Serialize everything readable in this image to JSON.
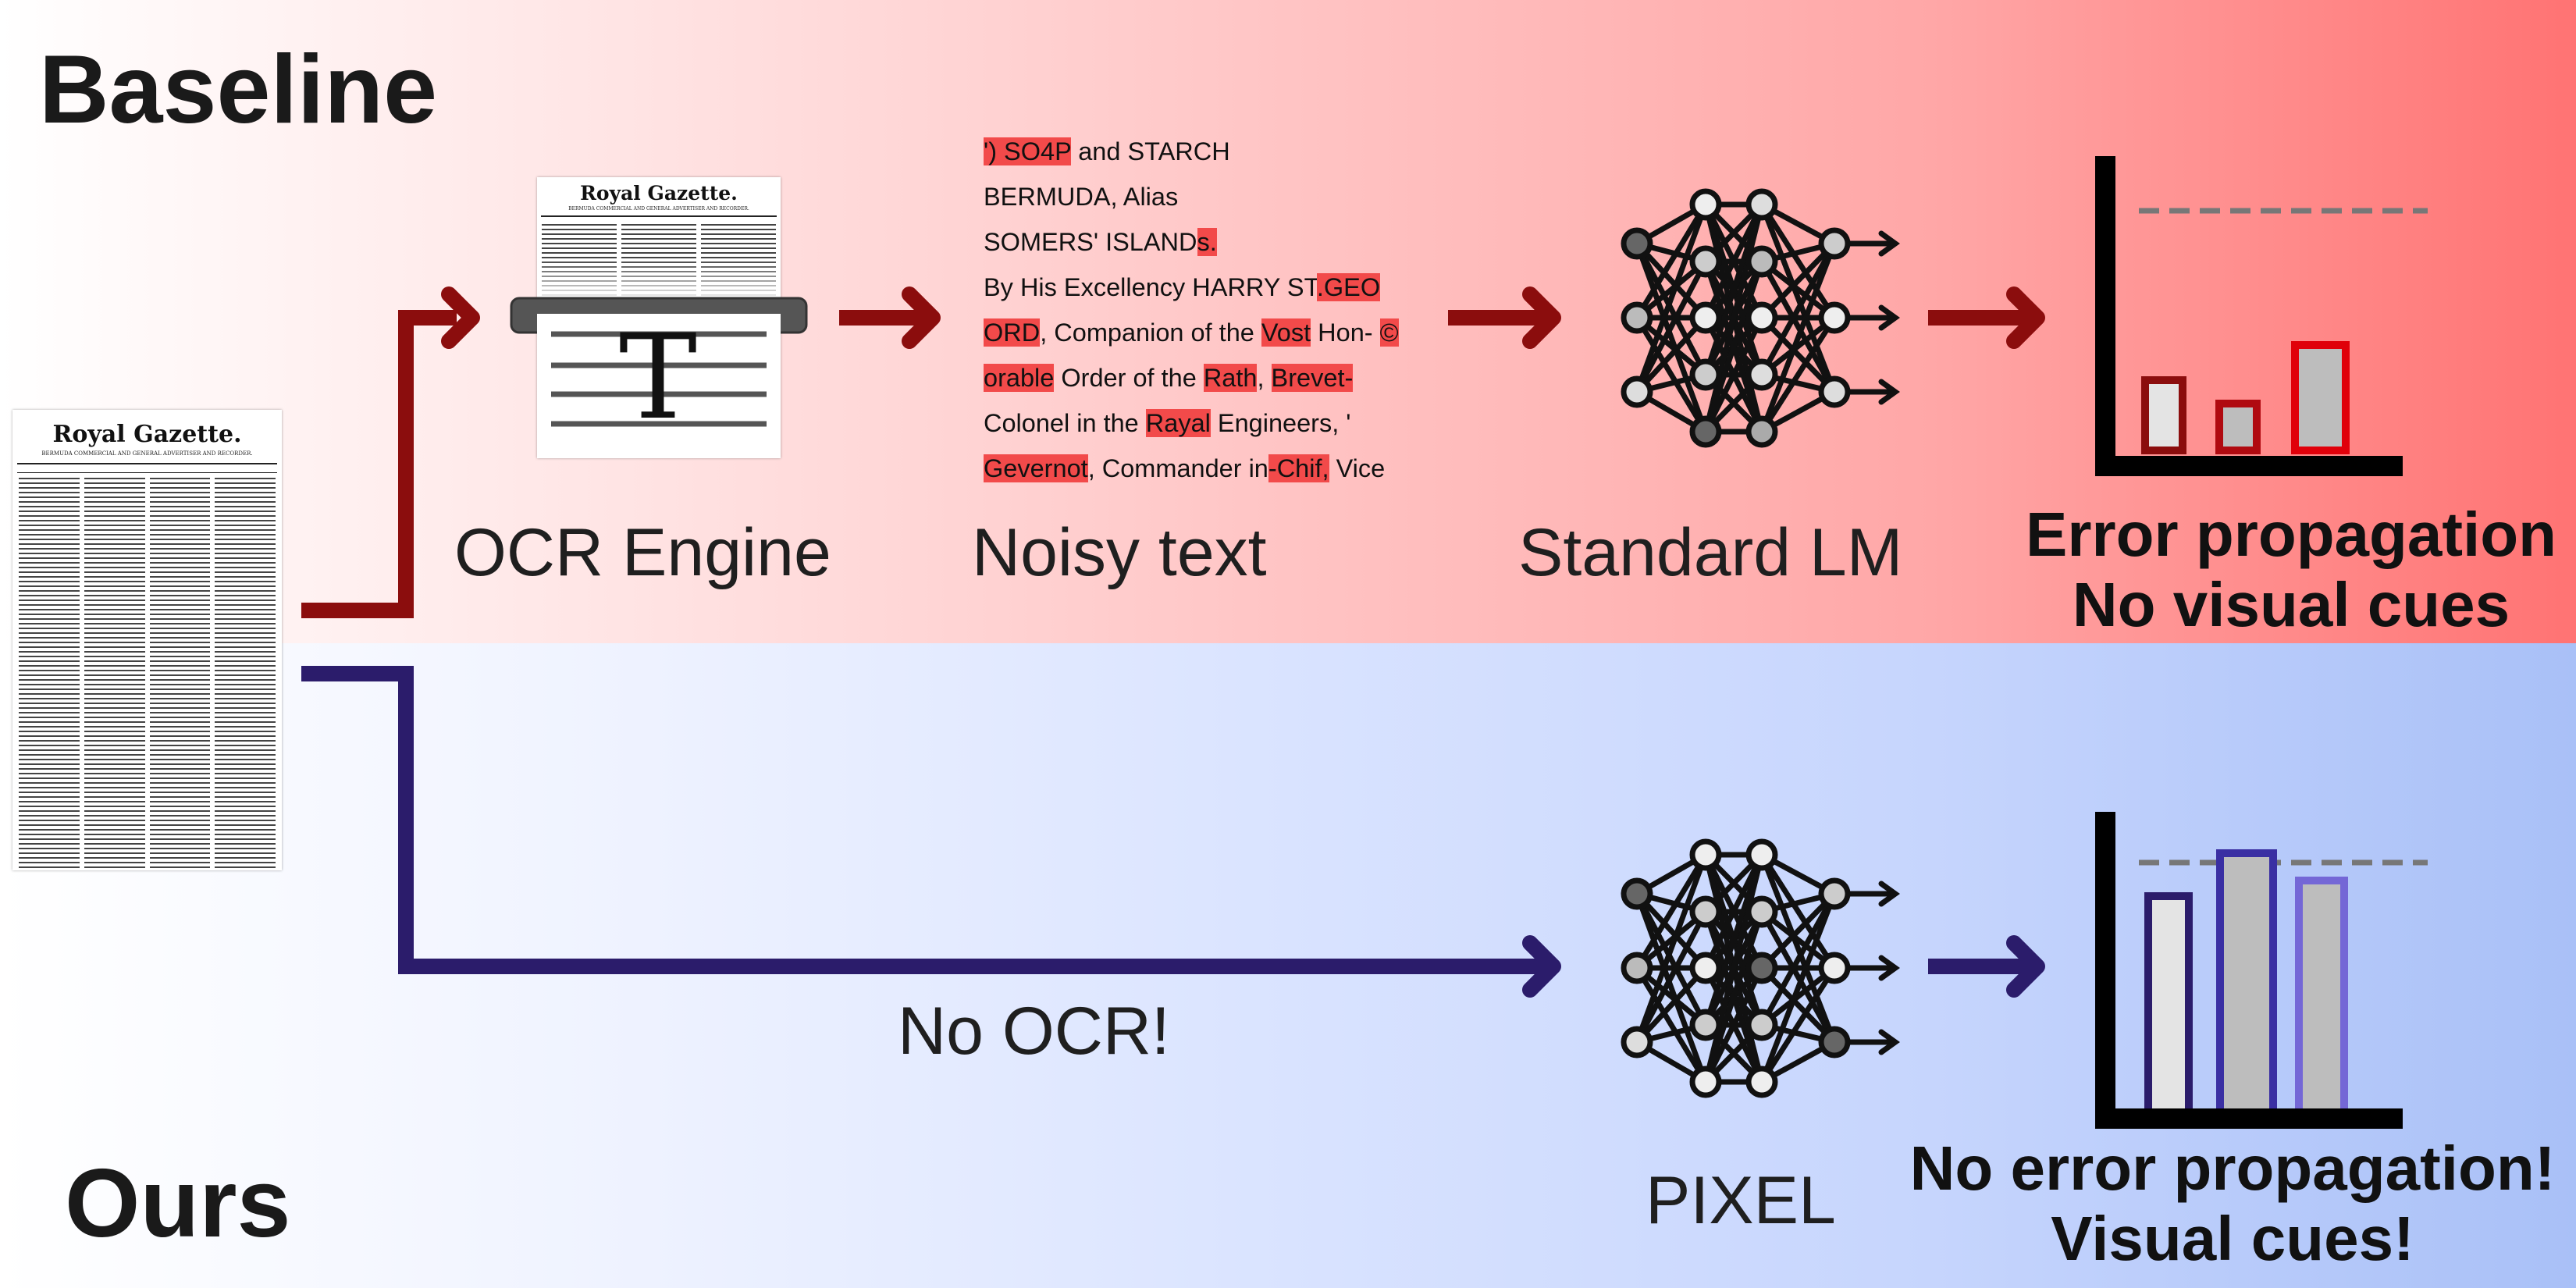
{
  "baseline": {
    "title": "Baseline",
    "ocr_label": "OCR Engine",
    "noisy_label": "Noisy text",
    "model_label": "Standard LM",
    "verdict": [
      "Error propagation",
      "No visual cues"
    ],
    "noisy_text_lines": [
      [
        {
          "t": "') SO4P",
          "e": true
        },
        {
          "t": " and STARCH",
          "e": false
        }
      ],
      [
        {
          "t": "BERMUDA, Alias",
          "e": false
        }
      ],
      [
        {
          "t": "SOMERS' ISLAND",
          "e": false
        },
        {
          "t": "s.",
          "e": true
        }
      ],
      [
        {
          "t": "By His Excellency HARRY ST",
          "e": false
        },
        {
          "t": ".GEO",
          "e": true
        }
      ],
      [
        {
          "t": "ORD",
          "e": true
        },
        {
          "t": ", Companion of the ",
          "e": false
        },
        {
          "t": "Vost",
          "e": true
        },
        {
          "t": " Hon- ",
          "e": false
        },
        {
          "t": "©",
          "e": true
        }
      ],
      [
        {
          "t": "orable",
          "e": true
        },
        {
          "t": " Order of the ",
          "e": false
        },
        {
          "t": "Rath",
          "e": true
        },
        {
          "t": ", ",
          "e": false
        },
        {
          "t": "Brevet-",
          "e": true
        }
      ],
      [
        {
          "t": "Colonel in the ",
          "e": false
        },
        {
          "t": "Rayal",
          "e": true
        },
        {
          "t": " Engineers, '",
          "e": false
        }
      ],
      [
        {
          "t": "Gevernot",
          "e": true
        },
        {
          "t": ", Commander in",
          "e": false
        },
        {
          "t": "-Chif,",
          "e": true
        },
        {
          "t": " Vice",
          "e": false
        }
      ]
    ]
  },
  "ours": {
    "title": "Ours",
    "no_ocr_label": "No OCR!",
    "model_label": "PIXEL",
    "verdict": [
      "No error propagation!",
      "Visual cues!"
    ]
  },
  "document": {
    "masthead": "Royal Gazette.",
    "subtitle": "BERMUDA COMMERCIAL AND GENERAL ADVERTISER AND RECORDER."
  },
  "ocr_icon_glyph": "T",
  "colors": {
    "baseline_arrow": "#8b0d0d",
    "ours_arrow": "#2b1c6b",
    "error_red": "#e0000a"
  }
}
